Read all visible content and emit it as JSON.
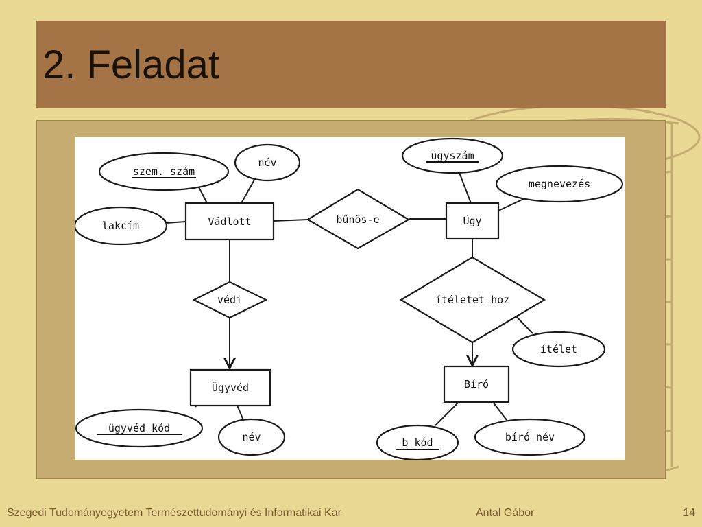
{
  "slide": {
    "title": "2. Feladat",
    "footer": {
      "institution": "Szegedi Tudományegyetem Természettudományi és Informatikai Kar",
      "author": "Antal Gábor",
      "page_number": "14"
    }
  },
  "diagram": {
    "entities": {
      "vadlott": "Vádlott",
      "ugy": "Ügy",
      "ugyved": "Ügyvéd",
      "biro": "Bíró"
    },
    "relationships": {
      "bunos_e": "bűnös-e",
      "vedi": "védi",
      "iteletet_hoz": "ítéletet hoz"
    },
    "attributes": {
      "szem_szam": "szem. szám",
      "vadlott_nev": "név",
      "lakcim": "lakcím",
      "ugyszam": "ügyszám",
      "megnevezes": "megnevezés",
      "itelet": "ítélet",
      "ugyved_kod": "ügyvéd kód",
      "ugyved_nev": "név",
      "b_kod": "b kód",
      "biro_nev": "bíró név"
    },
    "colors": {
      "background": "#e9d995",
      "title_bar": "#a47447",
      "panel": "#c8ad72",
      "footer_text": "#7a5a2e"
    }
  }
}
